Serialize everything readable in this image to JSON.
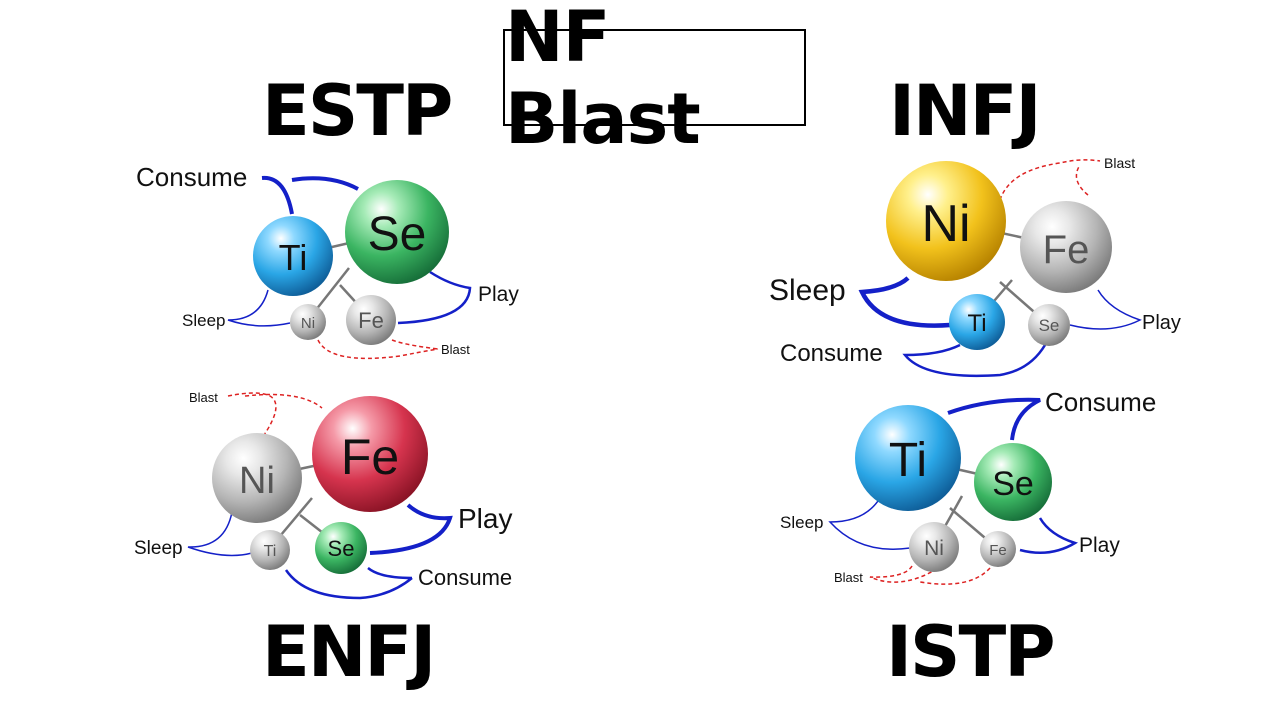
{
  "title": "NF Blast",
  "colors": {
    "Ti": "#28a8e8",
    "Se": "#38b25c",
    "Ni_gold": "#f2c31c",
    "Fe_red": "#d8344e",
    "grey": "#b4b4b4",
    "play": "#1420c8",
    "blast": "#dd2222"
  },
  "diagrams": [
    {
      "type": "ESTP",
      "functions": [
        "Se",
        "Ti",
        "Fe",
        "Ni"
      ],
      "labels": {
        "consume": "Consume",
        "play": "Play",
        "sleep": "Sleep",
        "blast": "Blast"
      }
    },
    {
      "type": "INFJ",
      "functions": [
        "Ni",
        "Fe",
        "Ti",
        "Se"
      ],
      "labels": {
        "consume": "Consume",
        "play": "Play",
        "sleep": "Sleep",
        "blast": "Blast"
      }
    },
    {
      "type": "ENFJ",
      "functions": [
        "Fe",
        "Ni",
        "Se",
        "Ti"
      ],
      "labels": {
        "consume": "Consume",
        "play": "Play",
        "sleep": "Sleep",
        "blast": "Blast"
      }
    },
    {
      "type": "ISTP",
      "functions": [
        "Ti",
        "Se",
        "Ni",
        "Fe"
      ],
      "labels": {
        "consume": "Consume",
        "play": "Play",
        "sleep": "Sleep",
        "blast": "Blast"
      }
    }
  ]
}
